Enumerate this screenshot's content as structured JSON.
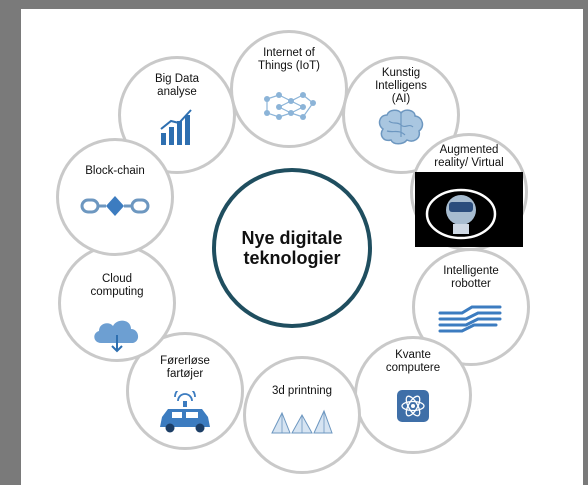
{
  "center": {
    "label": "Nye digitale\nteknologier"
  },
  "nodes": [
    {
      "key": "bigdata",
      "label": "Big Data\nanalyse",
      "icon": "bar-chart-icon"
    },
    {
      "key": "iot",
      "label": "Internet of\nThings (IoT)",
      "icon": "network-icon"
    },
    {
      "key": "ai",
      "label": "Kunstig\nIntelligens\n(AI)",
      "icon": "brain-icon"
    },
    {
      "key": "ar",
      "label": "Augmented\nreality/ Virtual",
      "icon": "vr-headset-icon"
    },
    {
      "key": "robots",
      "label": "Intelligente\nrobotter",
      "icon": "robot-hand-icon"
    },
    {
      "key": "quantum",
      "label": "Kvante\ncomputere",
      "icon": "atom-chip-icon"
    },
    {
      "key": "print3d",
      "label": "3d printning",
      "icon": "pyramid-icon"
    },
    {
      "key": "driverless",
      "label": "Førerløse\nfartøjer",
      "icon": "car-icon"
    },
    {
      "key": "cloud",
      "label": "Cloud\ncomputing",
      "icon": "cloud-icon"
    },
    {
      "key": "blockchain",
      "label": "Block-chain",
      "icon": "chain-icon"
    }
  ]
}
